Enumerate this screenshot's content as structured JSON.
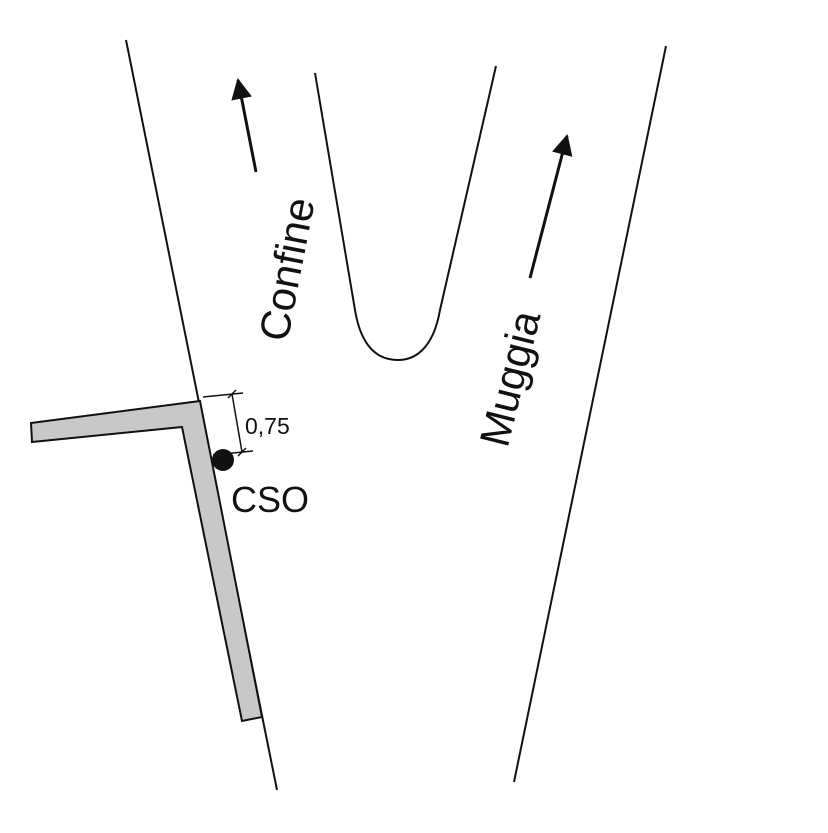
{
  "labels": {
    "left_direction": "Confine",
    "right_direction": "Muggia",
    "dimension": "0,75",
    "point": "CSO"
  },
  "colors": {
    "line": "#111111",
    "wall_fill": "#c8c8c8",
    "background": "#ffffff"
  }
}
